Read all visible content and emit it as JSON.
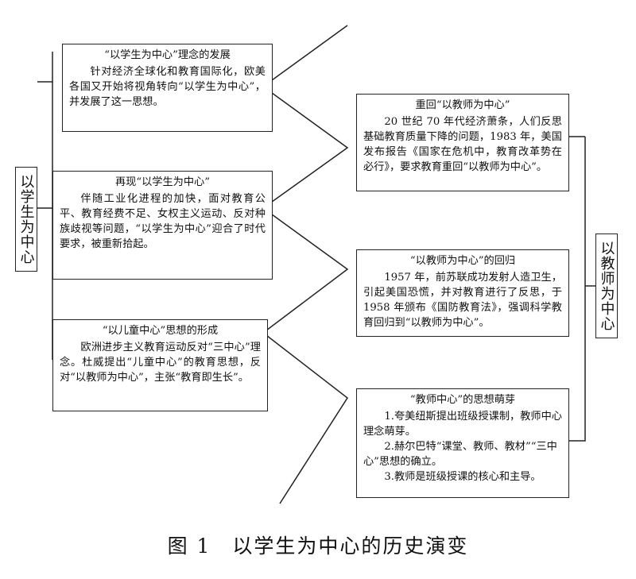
{
  "left_label": "以学生为中心",
  "right_label": "以教师为中心",
  "left_boxes": [
    {
      "title": "“以学生为中心”理念的发展",
      "body": "针对经济全球化和教育国际化，欧美各国又开始将视角转向“以学生为中心”，并发展了这一思想。"
    },
    {
      "title": "再现“以学生为中心”",
      "body": "伴随工业化进程的加快，面对教育公平、教育经费不足、女权主义运动、反对种族歧视等问题，“以学生为中心”迎合了时代要求，被重新拾起。"
    },
    {
      "title": "“以儿童中心”思想的形成",
      "body": "欧洲进步主义教育运动反对“三中心”理念。杜威提出“儿童中心”的教育思想，反对“以教师为中心”，主张“教育即生长”。"
    }
  ],
  "right_boxes": [
    {
      "title": "重回“以教师为中心”",
      "body": "20 世纪 70 年代经济萧条，人们反思基础教育质量下降的问题，1983 年，美国发布报告《国家在危机中，教育改革势在必行》，要求教育重回“以教师为中心”。"
    },
    {
      "title": "“以教师为中心”的回归",
      "body": "1957 年，前苏联成功发射人造卫生，引起美国恐慌，并对教育进行了反思，于 1958 年颁布《国防教育法》，强调科学教育回归到“以教师为中心”。"
    },
    {
      "title": "“教师中心”的思想萌芽",
      "items": [
        "1.夸美纽斯提出班级授课制，教师中心理念萌芽。",
        "2.赫尔巴特“课堂、教师、教材”“三中心”思想的确立。",
        "3.教师是班级授课的核心和主导。"
      ]
    }
  ],
  "caption": "图 1　以学生为中心的历史演变"
}
